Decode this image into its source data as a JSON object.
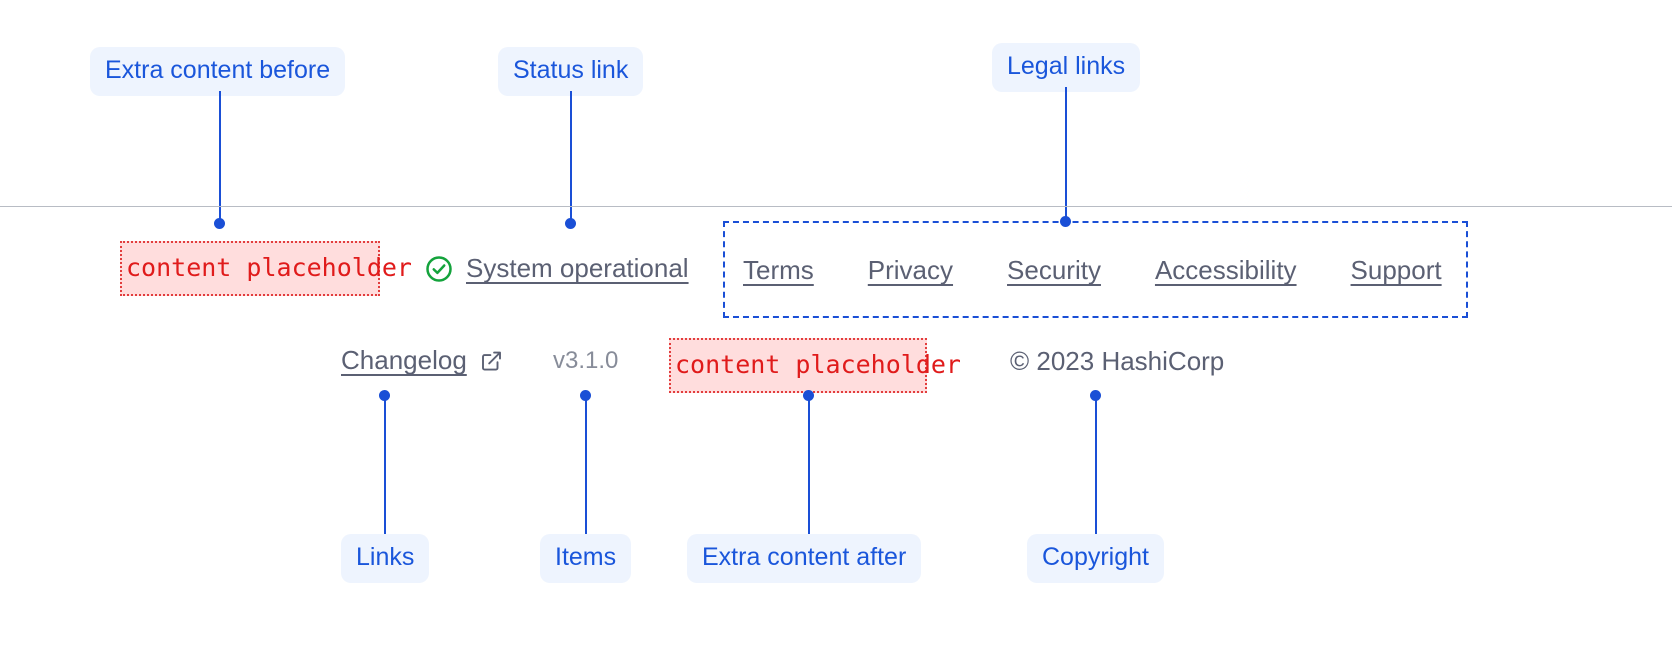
{
  "callouts": {
    "extra_before": "Extra content before",
    "status_link": "Status link",
    "legal_links": "Legal links",
    "links": "Links",
    "items": "Items",
    "extra_after": "Extra content after",
    "copyright": "Copyright"
  },
  "footer": {
    "placeholder_before": "content placeholder",
    "placeholder_after": "content placeholder",
    "status": {
      "icon": "check-circle-icon",
      "label": "System operational"
    },
    "legal": [
      {
        "label": "Terms"
      },
      {
        "label": "Privacy"
      },
      {
        "label": "Security"
      },
      {
        "label": "Accessibility"
      },
      {
        "label": "Support"
      }
    ],
    "changelog": {
      "label": "Changelog",
      "icon": "external-link-icon"
    },
    "version": "v3.1.0",
    "copyright": "© 2023 HashiCorp"
  },
  "colors": {
    "callout_bg": "#eef4fe",
    "callout_text": "#1a56db",
    "leader": "#1a4fd6",
    "placeholder_bg": "#ffdddd",
    "placeholder_text": "#e01b1b",
    "placeholder_border": "#e23d3d",
    "link_text": "#5b6073",
    "status_icon": "#14a33c",
    "divider": "#b8bcc4",
    "version_text": "#878c99"
  }
}
